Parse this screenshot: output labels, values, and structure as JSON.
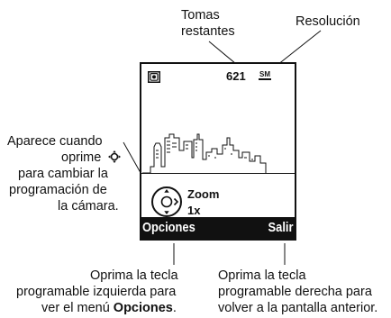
{
  "callouts": {
    "tomas_line1": "Tomas",
    "tomas_line2": "restantes",
    "resolucion": "Resolución",
    "aparece_line1": "Aparece cuando",
    "aparece_line2_prefix": "oprime",
    "aparece_line3": "para cambiar la",
    "aparece_line4": "programación de",
    "aparece_line5": "la cámara.",
    "left_line1": "Oprima la tecla",
    "left_line2": "programable izquierda para",
    "left_line3_prefix": "ver el menú",
    "left_line3_bold": "Opciones",
    "left_line3_suffix": ".",
    "right_line1": "Oprima la tecla",
    "right_line2": "programable derecha para",
    "right_line3": "volver a la pantalla anterior."
  },
  "screen": {
    "shots_remaining": "621",
    "resolution_badge": "SM",
    "zoom_label": "Zoom",
    "zoom_value": "1x",
    "soft_left": "Opciones",
    "soft_right": "Salir"
  },
  "icons": {
    "camera": "camera-icon",
    "nav_key": "nav-key-icon",
    "zoom_control": "zoom-control-icon"
  }
}
